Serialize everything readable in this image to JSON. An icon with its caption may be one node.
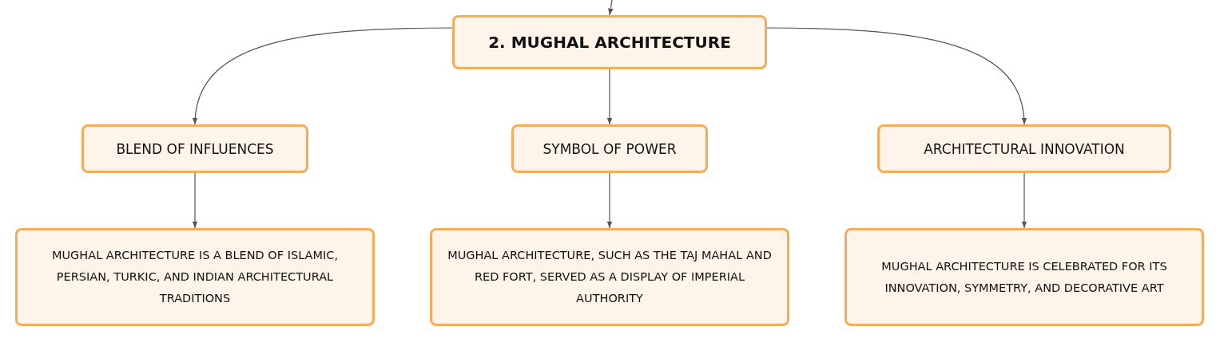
{
  "diagram": {
    "nodes": [
      {
        "text": [
          "2. MUGHAL ARCHITECTURE"
        ]
      },
      {
        "text": [
          "BLEND OF INFLUENCES"
        ]
      },
      {
        "text": [
          "SYMBOL OF POWER"
        ]
      },
      {
        "text": [
          "ARCHITECTURAL INNOVATION"
        ]
      },
      {
        "text": [
          "MUGHAL ARCHITECTURE IS A BLEND OF ISLAMIC, PERSIAN, TURKIC, AND INDIAN ARCHITECTURAL TRADITIONS"
        ]
      },
      {
        "text": [
          "MUGHAL ARCHITECTURE, SUCH AS THE TAJ MAHAL AND RED FORT, SERVED AS A DISPLAY OF IMPERIAL AUTHORITY"
        ]
      },
      {
        "text": [
          "MUGHAL ARCHITECTURE IS CELEBRATED FOR ITS INNOVATION, SYMMETRY, AND DECORATIVE ART"
        ]
      }
    ],
    "edges": [
      {
        "from": null,
        "to": 0,
        "arrow": "to"
      },
      {
        "from": 0,
        "to": 1,
        "arrow": "to"
      },
      {
        "from": 0,
        "to": 2,
        "arrow": "to"
      },
      {
        "from": 0,
        "to": 3,
        "arrow": "to"
      },
      {
        "from": 1,
        "to": 4,
        "arrow": "to"
      },
      {
        "from": 2,
        "to": 5,
        "arrow": "to"
      },
      {
        "from": 3,
        "to": 6,
        "arrow": "to"
      }
    ]
  }
}
